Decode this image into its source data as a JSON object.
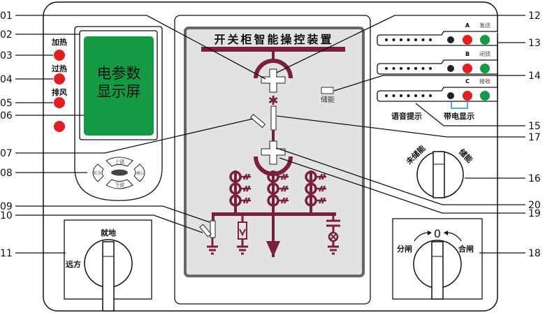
{
  "callouts_left": [
    "01",
    "02",
    "03",
    "04",
    "05",
    "06",
    "07",
    "08",
    "09",
    "10",
    "11"
  ],
  "callouts_right": [
    "12",
    "13",
    "14",
    "15",
    "17",
    "16",
    "20",
    "19",
    "18"
  ],
  "indicators": [
    {
      "label": "加热",
      "color": "#e02020"
    },
    {
      "label": "过热",
      "color": "#e02020"
    },
    {
      "label": "排风",
      "color": "#e02020"
    },
    {
      "label": "",
      "color": "#e02020"
    }
  ],
  "display": {
    "line1": "电参数",
    "line2": "显示屏",
    "color": "#159a44"
  },
  "keypad": {
    "up": "上键",
    "down": "下键",
    "cancel": "取消",
    "confirm": "确认"
  },
  "local_remote_switch": {
    "top": "就地",
    "left": "远方"
  },
  "panel": {
    "title": "开关柜智能操控装置",
    "storage": "储能",
    "accent": "#7a1f3d"
  },
  "phases": [
    {
      "phase": "A",
      "label": "发送"
    },
    {
      "phase": "B",
      "label": "闭锁"
    },
    {
      "phase": "C",
      "label": "接收"
    }
  ],
  "voice_prompt": "语音提示",
  "live_display": "带电显示",
  "storage_knob": {
    "left": "未储能",
    "right": "储能"
  },
  "breaker_switch": {
    "zero": "0",
    "left": "分闸",
    "right": "合闸"
  }
}
